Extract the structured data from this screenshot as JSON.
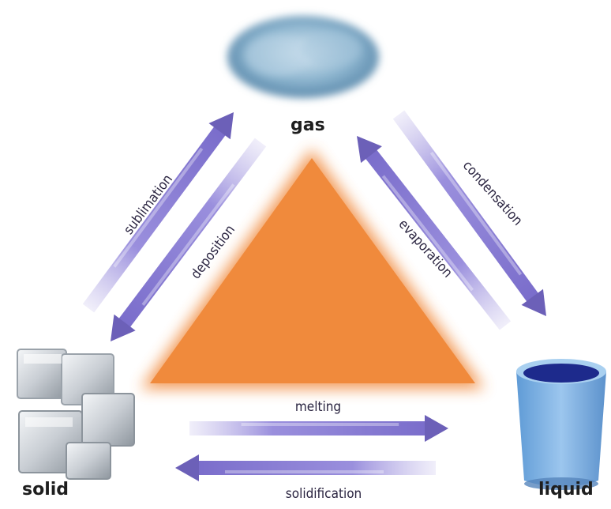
{
  "states": {
    "gas": "gas",
    "solid": "solid",
    "liquid": "liquid"
  },
  "transitions": {
    "sublimation": "sublimation",
    "deposition": "deposition",
    "condensation": "condensation",
    "evaporation": "evaporation",
    "melting": "melting",
    "solidification": "solidification"
  },
  "colors": {
    "triangle": "#f08a3c",
    "arrow": "#8f84d6",
    "arrow_dark": "#6c60b8",
    "gas_cloud": "#8fb7d2",
    "liquid_cup": "#7fb0de",
    "liquid_fill": "#1d2a8c",
    "ice": "#d9dde2"
  }
}
